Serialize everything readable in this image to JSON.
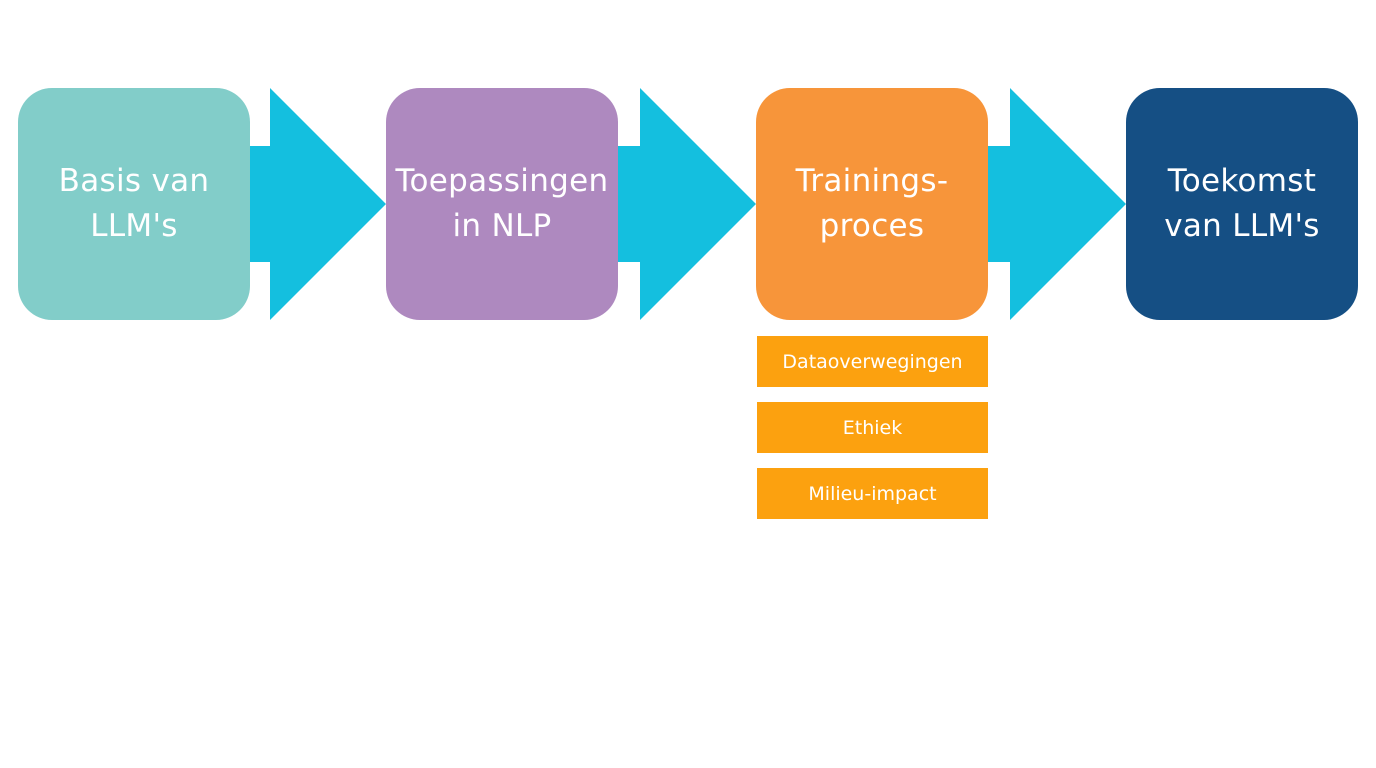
{
  "steps": [
    {
      "label": "Basis van\nLLM's",
      "color": "#82CDC9"
    },
    {
      "label": "Toepassingen\nin NLP",
      "color": "#AE89BF"
    },
    {
      "label": "Trainings-\nproces",
      "color": "#F7953A"
    },
    {
      "label": "Toekomst\nvan LLM's",
      "color": "#154F84"
    }
  ],
  "sub_items": [
    {
      "label": "Dataoverwegingen"
    },
    {
      "label": "Ethiek"
    },
    {
      "label": "Milieu-impact"
    }
  ],
  "colors": {
    "arrow": "#14BFDF",
    "sub_item": "#FCA10F"
  }
}
